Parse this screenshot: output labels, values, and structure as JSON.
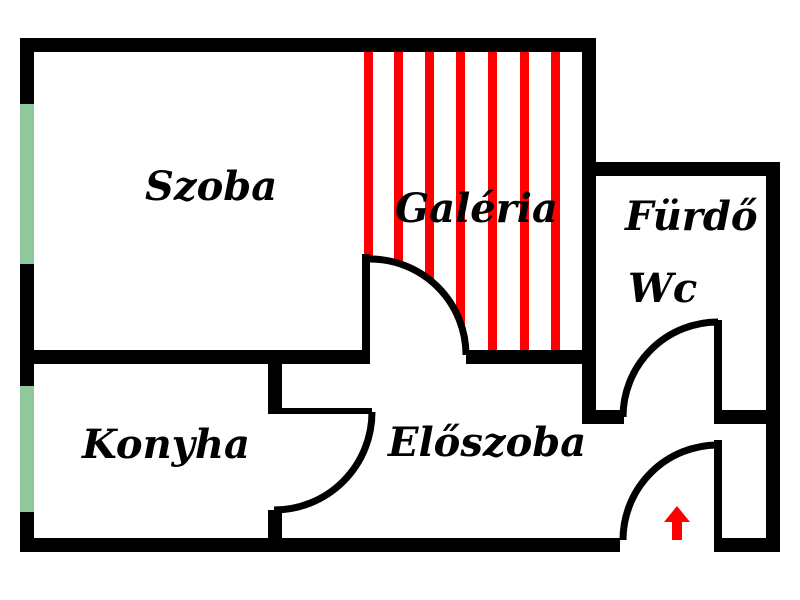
{
  "plan": {
    "rooms": {
      "szoba": "Szoba",
      "galeria": "Galéria",
      "furdo": "Fürdő",
      "wc": "Wc",
      "konyha": "Konyha",
      "eloszoba": "Előszoba"
    },
    "colors": {
      "wall": "#000000",
      "window": "#8fc89a",
      "gallery_stripe": "#ff0000",
      "entrance_arrow": "#ff0000",
      "background": "#ffffff"
    },
    "icons": {
      "entrance": "up-arrow-icon"
    }
  }
}
